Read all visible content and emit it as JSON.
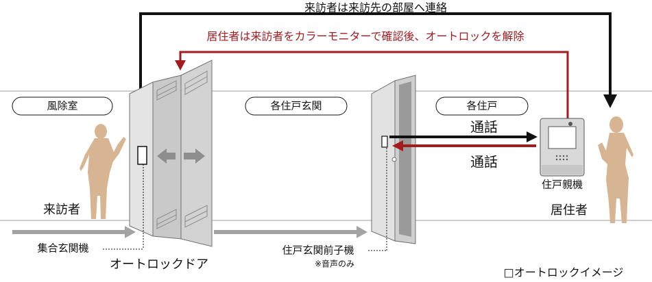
{
  "texts": {
    "top_caption": "来訪者は来訪先の部屋へ連絡",
    "red_caption": "居住者は来訪者をカラーモニターで確認後、オートロックを解除",
    "zone_vestibule": "風除室",
    "zone_entrance": "各住戸玄関",
    "zone_unit": "各住戸",
    "talk_1": "通話",
    "talk_2": "通話",
    "visitor": "来訪者",
    "resident": "居住者",
    "collective_intercom": "集合玄関機",
    "auto_lock_door": "オートロックドア",
    "door_intercom": "住戸玄関前子機",
    "door_intercom_note": "※音声のみ",
    "monitor_label": "住戸親機",
    "legend": "□オートロックイメージ"
  },
  "colors": {
    "line_black": "#111111",
    "line_red": "#a31a1f",
    "figure": "#d7b593",
    "door": "#cccccc",
    "wall_line": "#bdbdbd"
  }
}
